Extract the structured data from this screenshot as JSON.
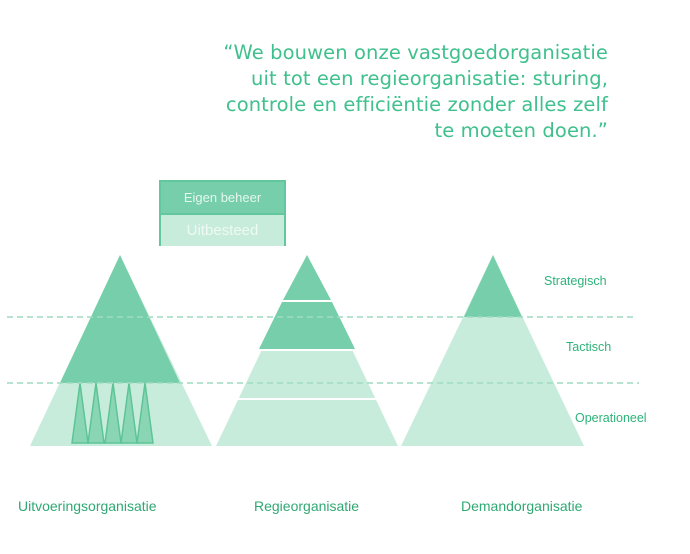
{
  "quote": {
    "lines": [
      "“We bouwen onze vastgoedorganisatie",
      "uit tot een regieorganisatie: sturing,",
      "controle en efficiëntie zonder alles zelf",
      "te moeten doen.”"
    ]
  },
  "legend": {
    "own_label": "Eigen beheer",
    "outsourced_label": "Uitbesteed"
  },
  "levels": {
    "strategic": "Strategisch",
    "tactical": "Tactisch",
    "operational": "Operationeel"
  },
  "organisations": [
    {
      "name": "Uitvoeringsorganisatie",
      "own": [
        "strategisch",
        "tactisch",
        "operationeel (deels)"
      ]
    },
    {
      "name": "Regieorganisatie",
      "own": [
        "strategisch",
        "tactisch (deels)"
      ]
    },
    {
      "name": "Demandorganisatie",
      "own": [
        "strategisch"
      ]
    }
  ],
  "colors": {
    "own": "#76cfaa",
    "outsourced": "#c8ecdc",
    "text": "#3fc08c",
    "dashed_line": "#9fdcc2"
  }
}
